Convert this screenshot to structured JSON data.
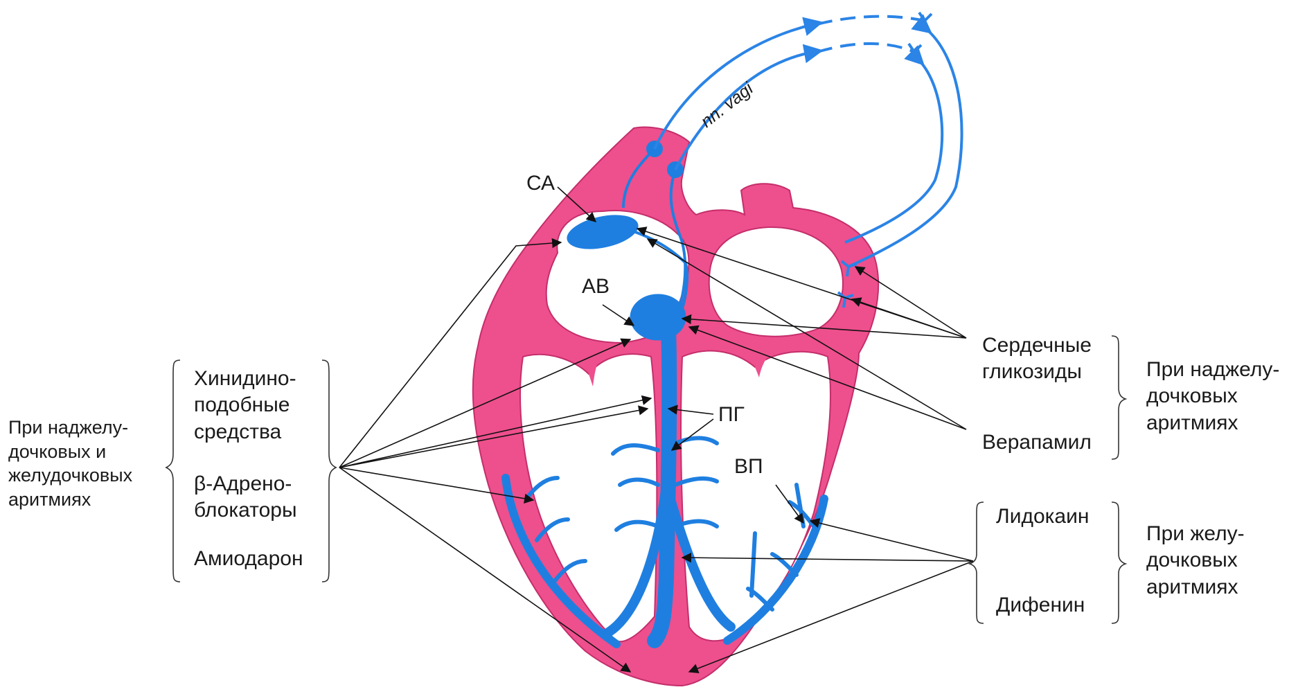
{
  "colors": {
    "muscle": "#ee4f8d",
    "conduction": "#1f7fe0",
    "nerve": "#2b84e6",
    "arrow": "#111111",
    "text": "#1a1a1a"
  },
  "labels": {
    "sa": "СА",
    "av": "АВ",
    "his": "ПГ",
    "purkinje": "ВП",
    "vagus": "nn. vagi"
  },
  "left_group": {
    "condition": "При наджелу-\nдочковых и\nжелудочковых\nаритмиях",
    "drugs": [
      "Хинидино-\nподобные\nсредства",
      "β-Адрено-\nблокаторы",
      "Амиодарон"
    ]
  },
  "right_top_group": {
    "drugs": [
      "Сердечные\nгликозиды",
      "Верапамил"
    ],
    "condition": "При наджелу-\nдочковых\nаритмиях"
  },
  "right_bottom_group": {
    "drugs": [
      "Лидокаин",
      "Дифенин"
    ],
    "condition": "При желу-\nдочковых\nаритмиях"
  }
}
